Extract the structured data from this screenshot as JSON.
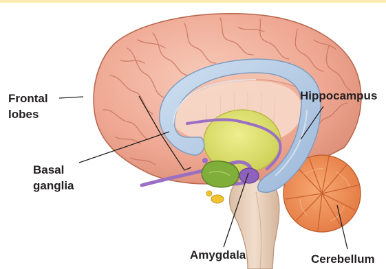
{
  "labels": {
    "frontal": [
      "Frontal",
      "lobes"
    ],
    "basal": [
      "Basal",
      "ganglia"
    ],
    "hippocampus": "Hippocampus",
    "amygdala": "Amygdala",
    "cerebellum": "Cerebellum"
  },
  "colors": {
    "cortex": "#eeaa95",
    "cortex_dark": "#c9725e",
    "cortex_light": "#f6c8b6",
    "limbic_blue": "#aec7e2",
    "thalamus_yellow": "#dfe06a",
    "amygdala_purple": "#9a6fc4",
    "basal_green": "#7fae3a",
    "cerebellum": "#f0915a",
    "brainstem": "#e9cdb6",
    "top_band": "#fbecb2",
    "leader_line": "#231f20"
  }
}
